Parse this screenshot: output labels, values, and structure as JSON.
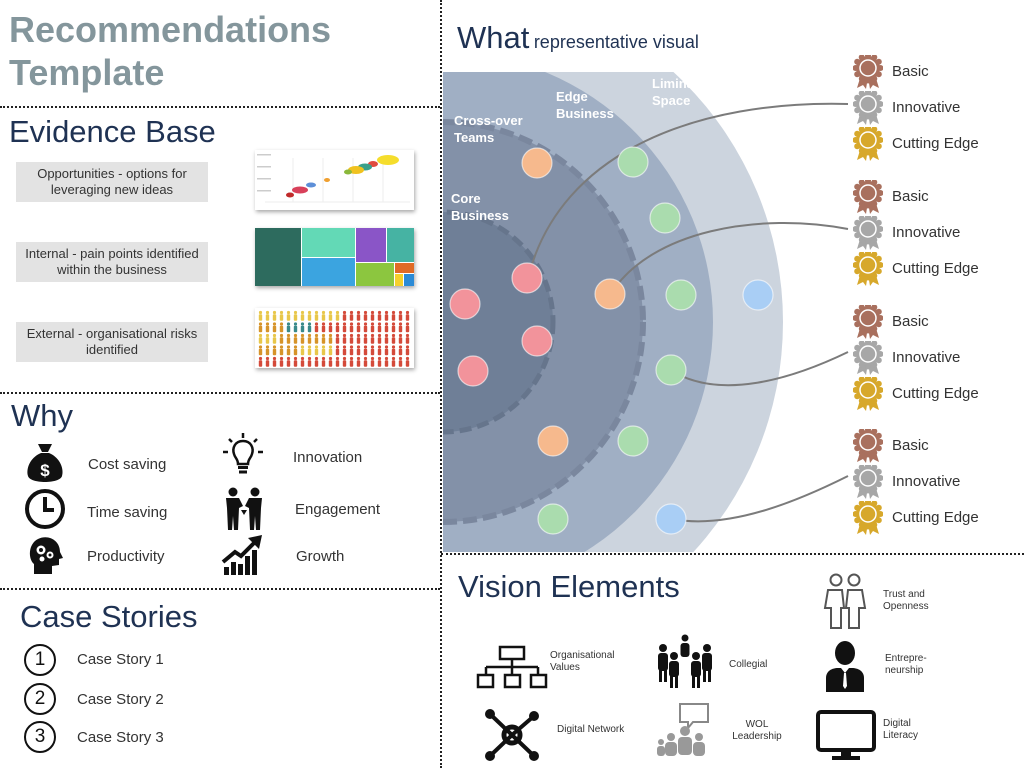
{
  "title": {
    "line1": "Recommendations",
    "line2": "Template"
  },
  "evidence": {
    "heading": "Evidence Base",
    "items": [
      {
        "label": "Opportunities - options for leveraging new ideas"
      },
      {
        "label": "Internal - pain points identified within the business"
      },
      {
        "label": "External - organisational risks identified"
      }
    ]
  },
  "why": {
    "heading": "Why",
    "items": [
      {
        "label": "Cost saving",
        "icon": "money-bag-icon"
      },
      {
        "label": "Time saving",
        "icon": "clock-icon"
      },
      {
        "label": "Productivity",
        "icon": "head-gears-icon"
      },
      {
        "label": "Innovation",
        "icon": "lightbulb-icon"
      },
      {
        "label": "Engagement",
        "icon": "handshake-people-icon"
      },
      {
        "label": "Growth",
        "icon": "growth-chart-icon"
      }
    ]
  },
  "case_stories": {
    "heading": "Case Stories",
    "items": [
      {
        "num": "1",
        "label": "Case Story 1"
      },
      {
        "num": "2",
        "label": "Case Story 2"
      },
      {
        "num": "3",
        "label": "Case Story 3"
      }
    ]
  },
  "what": {
    "heading": "What",
    "subheading": "representative visual",
    "zones": {
      "liminal": "Liminal Space",
      "edge": "Edge Business",
      "crossover": "Cross-over Teams",
      "core": "Core Business"
    },
    "colors": {
      "core": "#6f7f97",
      "crossover": "#8391a8",
      "edge": "#a0afc4",
      "liminal": "#ccd4de",
      "pink": "#f2939b",
      "orange": "#f6b98d",
      "green": "#aadcae",
      "blue": "#a9cef5"
    }
  },
  "tiers": {
    "groups": [
      {
        "items": [
          "Basic",
          "Innovative",
          "Cutting Edge"
        ]
      },
      {
        "items": [
          "Basic",
          "Innovative",
          "Cutting Edge"
        ]
      },
      {
        "items": [
          "Basic",
          "Innovative",
          "Cutting Edge"
        ]
      },
      {
        "items": [
          "Basic",
          "Innovative",
          "Cutting Edge"
        ]
      }
    ],
    "medal_colors": [
      "#a9705e",
      "#a7a7a7",
      "#d7a82b"
    ]
  },
  "vision": {
    "heading": "Vision Elements",
    "items": [
      {
        "label": "Organisational Values",
        "icon": "org-chart-icon"
      },
      {
        "label": "Collegial",
        "icon": "team-group-icon"
      },
      {
        "label": "Trust and Openness",
        "icon": "two-people-icon"
      },
      {
        "label": "Entrepre-neurship",
        "icon": "businessman-icon"
      },
      {
        "label": "Digital Network",
        "icon": "network-hub-icon"
      },
      {
        "label": "WOL Leadership",
        "icon": "speaking-crowd-icon"
      },
      {
        "label": "Digital Literacy",
        "icon": "monitor-icon"
      }
    ]
  }
}
